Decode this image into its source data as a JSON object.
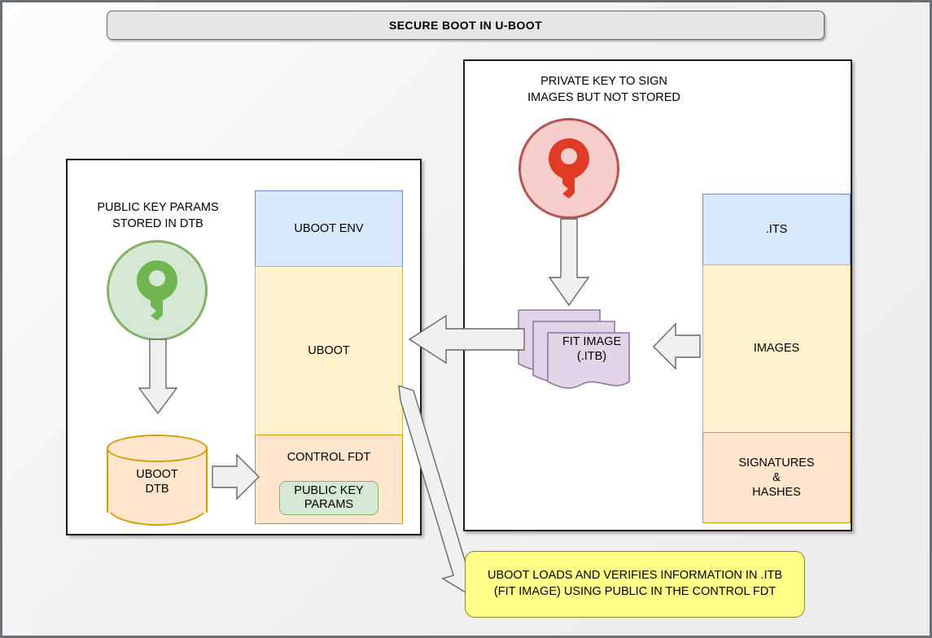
{
  "title": "SECURE BOOT IN U-BOOT",
  "left_panel": {
    "caption": "PUBLIC KEY PARAMS\nSTORED IN DTB",
    "key_icon": "public-key-icon",
    "cylinder_label": "UBOOT\nDTB",
    "blocks": [
      {
        "label": "UBOOT ENV",
        "color": "#dae8fc",
        "border": "#6c8ebf"
      },
      {
        "label": "UBOOT",
        "color": "#fff2cc",
        "border": "#d6b656"
      },
      {
        "label": "CONTROL FDT",
        "color": "#ffe6cc",
        "border": "#d79b00"
      }
    ],
    "inner_box": {
      "label": "PUBLIC KEY\nPARAMS",
      "color": "#d5e8d4",
      "border": "#82b366"
    }
  },
  "right_panel": {
    "caption": "PRIVATE KEY TO SIGN\nIMAGES BUT NOT STORED",
    "key_icon": "private-key-icon",
    "fit_image_label": "FIT IMAGE\n(.ITB)",
    "blocks": [
      {
        "label": ".ITS",
        "color": "#dae8fc",
        "border": "#6c8ebf"
      },
      {
        "label": "IMAGES",
        "color": "#fff2cc",
        "border": "#d6b656"
      },
      {
        "label": "SIGNATURES\n&\nHASHES",
        "color": "#ffe6cc",
        "border": "#d79b00"
      }
    ]
  },
  "callout": {
    "text": "UBOOT LOADS AND VERIFIES INFORMATION IN .ITB (FIT IMAGE) USING PUBLIC IN THE CONTROL FDT",
    "color": "#ffff88",
    "border": "#8c8c28"
  },
  "arrows": [
    {
      "name": "green-key-to-dtb",
      "direction": "down"
    },
    {
      "name": "dtb-to-control-fdt",
      "direction": "right"
    },
    {
      "name": "red-key-to-fit-image",
      "direction": "down"
    },
    {
      "name": "images-to-fit-image",
      "direction": "left"
    },
    {
      "name": "fit-image-to-uboot",
      "direction": "left"
    },
    {
      "name": "uboot-to-callout",
      "direction": "down-right"
    }
  ],
  "colors": {
    "arrow_fill": "#f0f0f0",
    "arrow_stroke": "#666666",
    "key_green": "#6fb550",
    "key_red": "#e03b24",
    "fit_purple": "#e1d5e7",
    "fit_purple_border": "#9673a6"
  }
}
